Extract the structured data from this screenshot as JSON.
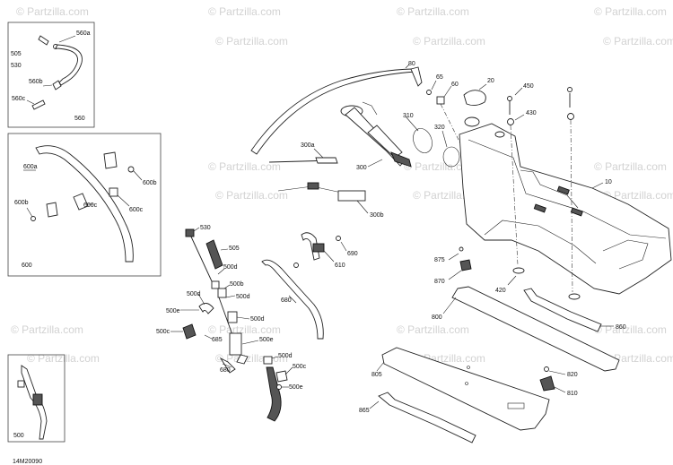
{
  "watermark": "© Partzilla.com",
  "diagram_code": "14M20090",
  "callouts": {
    "c505": "505",
    "c530box": "530",
    "c560a": "560a",
    "c560b": "560b",
    "c560c": "560c",
    "c560": "560",
    "c600a": "600a",
    "c600b1": "600b",
    "c600b2": "600b",
    "c600c": "600c",
    "c600c2": "600c",
    "c600": "600",
    "c500box": "500",
    "c80": "80",
    "c65": "65",
    "c60": "60",
    "c20": "20",
    "c450": "450",
    "c430": "430",
    "c310": "310",
    "c320": "320",
    "c300a": "300a",
    "c300": "300",
    "c300b": "300b",
    "c10": "10",
    "c530": "530",
    "c505b": "505",
    "c500d1": "500d",
    "c500b1": "500b",
    "c500d2": "500d",
    "c500e1": "500e",
    "c500d3": "500d",
    "c500c1": "500c",
    "c685": "685",
    "c500e2": "500e",
    "c500d4": "500d",
    "c500c2": "500c",
    "c680": "680",
    "c500e3": "500e",
    "c680b": "680",
    "c690": "690",
    "c610": "610",
    "c875": "875",
    "c870": "870",
    "c420": "420",
    "c800": "800",
    "c860": "860",
    "c805": "805",
    "c820": "820",
    "c810": "810",
    "c865": "865"
  }
}
